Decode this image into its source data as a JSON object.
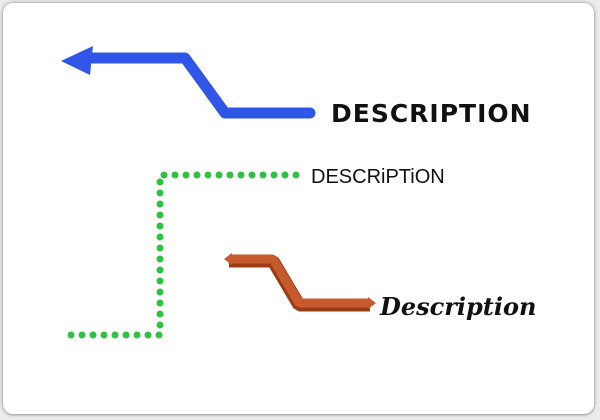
{
  "labels": [
    {
      "text": "DESCRIPTION",
      "style": "bold-sans"
    },
    {
      "text": "DESCRiPTiON",
      "style": "handwritten"
    },
    {
      "text": "Description",
      "style": "blackletter"
    }
  ],
  "arrows": [
    {
      "kind": "solid-arrow",
      "color": "#2f56e6",
      "direction": "left"
    },
    {
      "kind": "dotted-path",
      "color": "#2fc13f"
    },
    {
      "kind": "beveled-path",
      "color": "#c65a2c",
      "edge_color": "#9a3d17"
    }
  ]
}
